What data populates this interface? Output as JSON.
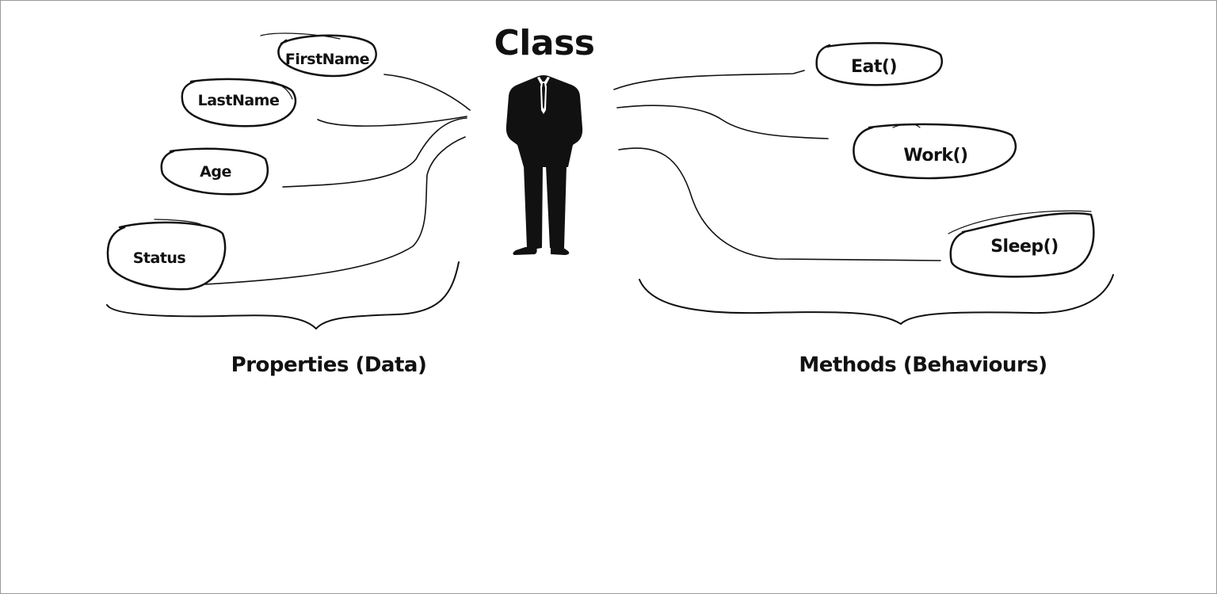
{
  "title": "Class",
  "properties": {
    "group_label": "Properties (Data)",
    "items": [
      "FirstName",
      "LastName",
      "Age",
      "Status"
    ]
  },
  "methods": {
    "group_label": "Methods (Behaviours)",
    "items": [
      "Eat()",
      "Work()",
      "Sleep()"
    ]
  },
  "colors": {
    "ink": "#111111",
    "background": "#ffffff"
  }
}
